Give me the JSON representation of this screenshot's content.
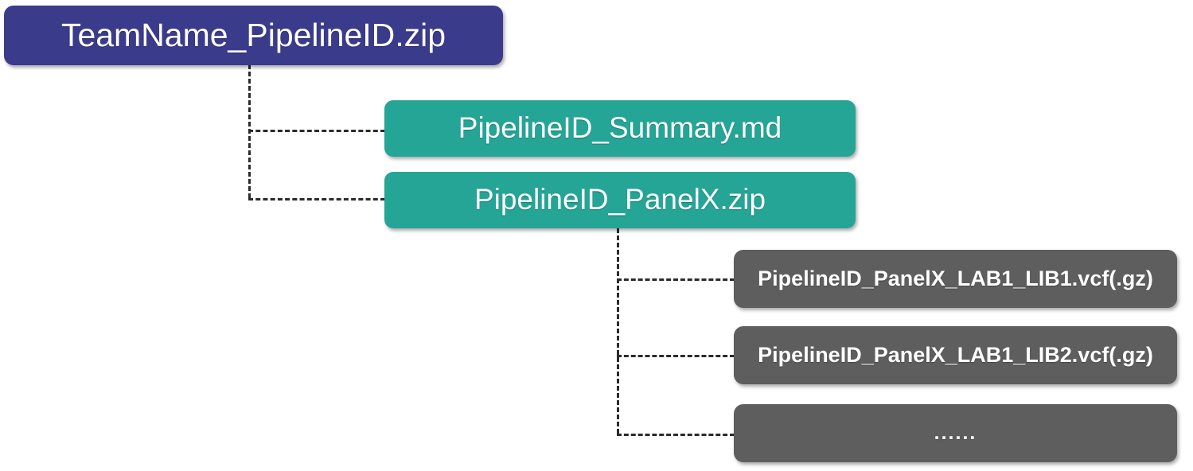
{
  "diagram": {
    "type": "file-tree-hierarchy",
    "title": "Submission package directory structure",
    "colors": {
      "root_box": "#3b3b8c",
      "mid_box": "#25a596",
      "leaf_box": "#5e5e5e",
      "connector": "#2b2b2b",
      "text": "#ffffff",
      "background": "#ffffff"
    },
    "nodes": {
      "root": {
        "label": "TeamName_PipelineID.zip",
        "level": 0
      },
      "level1": [
        {
          "label": "PipelineID_Summary.md",
          "level": 1
        },
        {
          "label": "PipelineID_PanelX.zip",
          "level": 1
        }
      ],
      "level2": [
        {
          "label": "PipelineID_PanelX_LAB1_LIB1.vcf(.gz)",
          "level": 2
        },
        {
          "label": "PipelineID_PanelX_LAB1_LIB2.vcf(.gz)",
          "level": 2
        },
        {
          "label": "......",
          "level": 2
        }
      ]
    },
    "connectors": {
      "style": "dashed",
      "root_branch_from": "TeamName_PipelineID.zip",
      "root_branch_to": [
        "PipelineID_Summary.md",
        "PipelineID_PanelX.zip"
      ],
      "sub_branch_from": "PipelineID_PanelX.zip",
      "sub_branch_to": [
        "PipelineID_PanelX_LAB1_LIB1.vcf(.gz)",
        "PipelineID_PanelX_LAB1_LIB2.vcf(.gz)",
        "......"
      ]
    }
  }
}
